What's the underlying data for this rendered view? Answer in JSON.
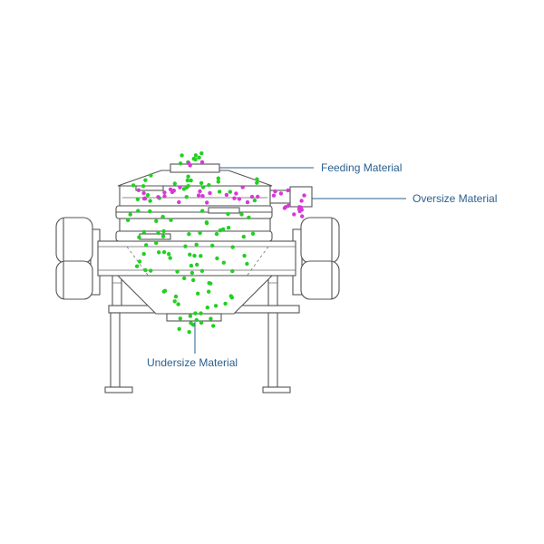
{
  "labels": {
    "feeding": "Feeding Material",
    "oversize": "Oversize Material",
    "undersize": "Undersize Material"
  },
  "colors": {
    "label_text": "#2a5f8e",
    "leader_line": "#2a5f8e",
    "fine_particles": "#22d022",
    "coarse_particles": "#d63ad6",
    "machine_outline": "#555555"
  }
}
